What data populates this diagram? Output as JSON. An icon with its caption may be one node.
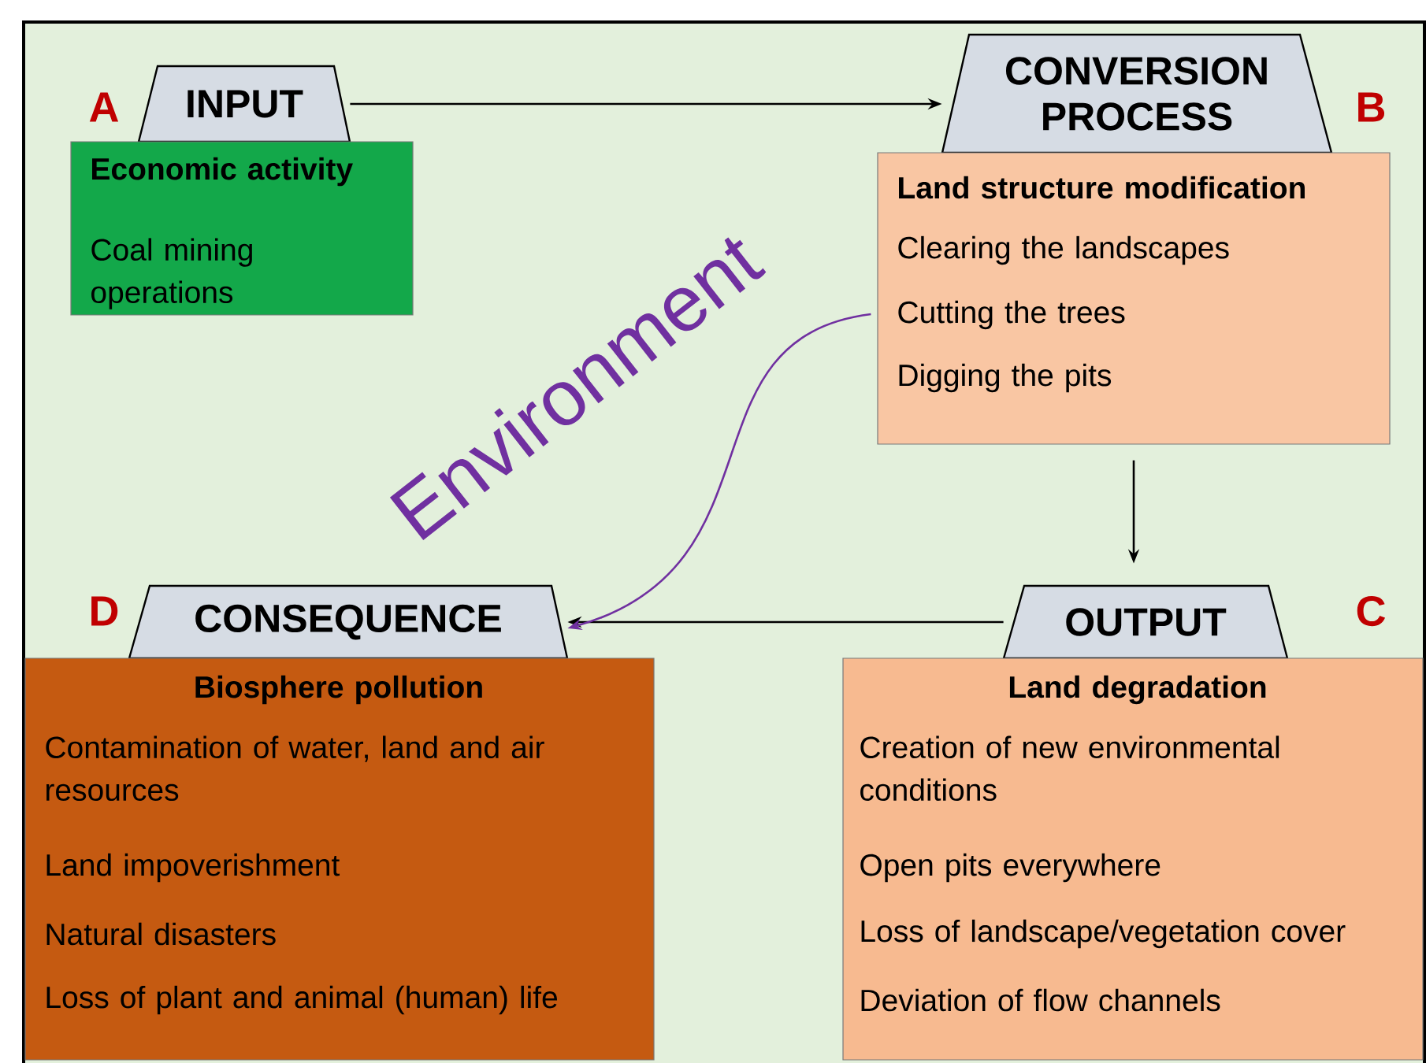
{
  "diagram": {
    "nodes": [
      {
        "text": [
          "INPUT"
        ]
      },
      {
        "text": [
          "Economic activity",
          "Coal mining operations"
        ]
      },
      {
        "text": [
          "CONVERSION PROCESS"
        ]
      },
      {
        "text": [
          "Land structure modification",
          "Clearing the landscapes",
          "Cutting the trees",
          "Digging the pits"
        ]
      },
      {
        "text": [
          "OUTPUT"
        ]
      },
      {
        "text": [
          "Land degradation",
          "Creation of new environmental conditions",
          "Open pits everywhere",
          "Loss of landscape/vegetation cover",
          "Deviation of flow channels"
        ]
      },
      {
        "text": [
          "CONSEQUENCE"
        ]
      },
      {
        "text": [
          "Biosphere pollution",
          "Contamination of water, land and air resources",
          "Land impoverishment",
          "Natural disasters",
          "Loss of plant and animal (human) life"
        ]
      }
    ],
    "edges": [
      {
        "from": 0,
        "to": 2,
        "arrow": "to"
      },
      {
        "from": 3,
        "to": 4,
        "arrow": "to"
      },
      {
        "from": 4,
        "to": 6,
        "arrow": "to"
      },
      {
        "from": 3,
        "to": 6,
        "arrow": "to",
        "label": "Environment",
        "color": "#7030a0"
      }
    ],
    "labels": [
      "A",
      "B",
      "D",
      "C"
    ]
  }
}
